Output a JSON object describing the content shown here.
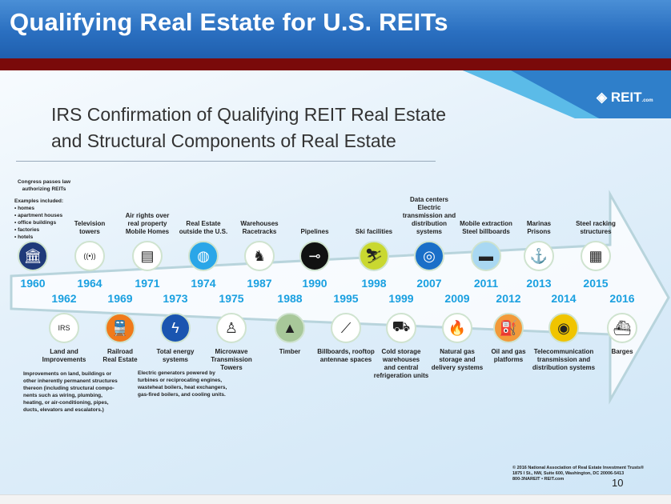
{
  "title": "Qualifying Real Estate for U.S. REITs",
  "logo": {
    "text": "REIT",
    "suffix": ".com"
  },
  "subtitle": [
    "IRS Confirmation of Qualifying REIT Real Estate",
    "and Structural Components of Real Estate"
  ],
  "intro": {
    "heading": [
      "Congress passes law",
      "authorizing REITs"
    ],
    "examples_label": "Examples included:",
    "examples": [
      "• homes",
      "• apartment houses",
      "• office buildings",
      "• factories",
      "• hotels"
    ]
  },
  "top_items": [
    {
      "year": "1960",
      "label": [],
      "icon": "capitol-icon",
      "color": "#1f3a7a"
    },
    {
      "year": "1964",
      "label": [
        "Television",
        "towers"
      ],
      "icon": "antenna-icon",
      "color": "#ffffff"
    },
    {
      "year": "1971",
      "label": [
        "Air rights over",
        "real property",
        "Mobile Homes"
      ],
      "icon": "mobile-home-icon",
      "color": "#ffffff"
    },
    {
      "year": "1974",
      "label": [
        "Real Estate",
        "outside the U.S."
      ],
      "icon": "globe-icon",
      "color": "#2aa6e8"
    },
    {
      "year": "1987",
      "label": [
        "Warehouses",
        "Racetracks"
      ],
      "icon": "racehorse-icon",
      "color": "#ffffff"
    },
    {
      "year": "1990",
      "label": [
        "Pipelines"
      ],
      "icon": "pipeline-icon",
      "color": "#111111"
    },
    {
      "year": "1998",
      "label": [
        "Ski facilities"
      ],
      "icon": "skier-icon",
      "color": "#c9d830"
    },
    {
      "year": "2007",
      "label": [
        "Data centers",
        "Electric",
        "transmission and",
        "distribution",
        "systems"
      ],
      "icon": "disc-icon",
      "color": "#1a6fc8"
    },
    {
      "year": "2011",
      "label": [
        "Mobile extraction",
        "Steel billboards"
      ],
      "icon": "billboard-icon",
      "color": "#a9d8f2"
    },
    {
      "year": "2013",
      "label": [
        "Marinas",
        "Prisons"
      ],
      "icon": "anchor-icon",
      "color": "#ffffff"
    },
    {
      "year": "2015",
      "label": [
        "Steel racking",
        "structures"
      ],
      "icon": "racking-icon",
      "color": "#ffffff"
    }
  ],
  "bottom_items": [
    {
      "year": "1962",
      "label": [
        "Land and",
        "Improvements"
      ],
      "icon": "irs-icon",
      "color": "#ffffff"
    },
    {
      "year": "1969",
      "label": [
        "Railroad",
        "Real Estate"
      ],
      "icon": "train-icon",
      "color": "#f07a1a"
    },
    {
      "year": "1973",
      "label": [
        "Total energy",
        "systems"
      ],
      "icon": "lightning-icon",
      "color": "#1a55b0"
    },
    {
      "year": "1975",
      "label": [
        "Microwave",
        "Transmission",
        "Towers"
      ],
      "icon": "tower-icon",
      "color": "#ffffff"
    },
    {
      "year": "1988",
      "label": [
        "Timber"
      ],
      "icon": "tree-icon",
      "color": "#a8c89a"
    },
    {
      "year": "1995",
      "label": [
        "Billboards, rooftop",
        "antennae spaces"
      ],
      "icon": "rooftop-antenna-icon",
      "color": "#ffffff"
    },
    {
      "year": "1999",
      "label": [
        "Cold storage",
        "warehouses",
        "and central",
        "refrigeration units"
      ],
      "icon": "forklift-icon",
      "color": "#ffffff"
    },
    {
      "year": "2009",
      "label": [
        "Natural gas",
        "storage and",
        "delivery systems"
      ],
      "icon": "flame-icon",
      "color": "#ffffff"
    },
    {
      "year": "2012",
      "label": [
        "Oil and gas",
        "platforms"
      ],
      "icon": "oil-pump-icon",
      "color": "#f29a3a"
    },
    {
      "year": "2014",
      "label": [
        "Telecommunication",
        "transmission and",
        "distribution systems"
      ],
      "icon": "cable-spool-icon",
      "color": "#f0c400"
    },
    {
      "year": "2016",
      "label": [
        "Barges"
      ],
      "icon": "barge-icon",
      "color": "#ffffff"
    }
  ],
  "notes": {
    "land": [
      "Improvements on land, buildings or",
      "other inherently permanent structures",
      "thereon (including structural compo-",
      "nents such as wiring, plumbing,",
      "heating, or air-conditioning, pipes,",
      "ducts, elevators and escalators.)"
    ],
    "energy": [
      "Electric generators powered by",
      "turbines or reciprocating engines,",
      "wasteheat boilers, heat exchangers,",
      "gas-fired boilers, and cooling units."
    ]
  },
  "footer": [
    "© 2016 National Association of Real Estate Investment Trusts®",
    "1875 I St., NW, Suite 600, Washington, DC 20006-5413",
    "800-3NAREIT • REIT.com"
  ],
  "page_number": "10"
}
